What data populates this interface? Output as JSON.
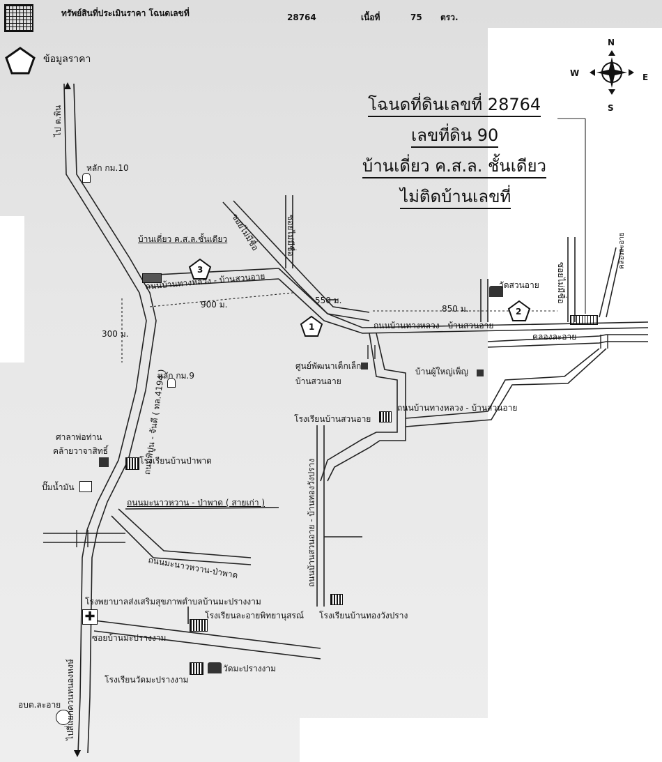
{
  "header": {
    "line1_label": "ทรัพย์สินที่ประเมินราคา โฉนดเลขที่",
    "deed_value": "28764",
    "area_label": "เนื้อที่",
    "area_value": "75",
    "area_unit": "ตรว.",
    "legend_price": "ข้อมูลราคา"
  },
  "compass": {
    "n": "N",
    "s": "S",
    "e": "E",
    "w": "W"
  },
  "title_block": {
    "deed": "โฉนดที่ดินเลขที่  28764",
    "land_no": "เลขที่ดิน 90",
    "house_type": "บ้านเดี่ยว ค.ส.ล. ชั้นเดียว",
    "no_house_no": "ไม่ติดบ้านเลขที่"
  },
  "markers": {
    "m1": "1",
    "m2": "2",
    "m3": "3"
  },
  "labels": {
    "road_phin": "ไป ต.พิน",
    "km10": "หลัก กม.10",
    "km9": "หลัก กม.9",
    "house3": "บ้านเดี่ยว ค.ส.ล.ชั้นเดียว",
    "road_thanghluang_3": "ถนนบ้านทางหลวง - บ้านสวนอาย",
    "dist_900": "900 ม.",
    "dist_300": "300 ม.",
    "soi_no_name1": "ซอยไม่มีชื่อ",
    "soi_no_name2": "ซอยไม่มีชื่อ",
    "dist_550": "550 ม.",
    "dist_850": "850 ม.",
    "road_main": "ถนนบ้านทางหลวง - บ้านสวนอาย",
    "wat_suanai": "วัดสวนอาย",
    "soi_no_name3": "ซอยไม่มีชื่อ",
    "canal_lane": "คลองละอาย",
    "canal": "คลองละอาย",
    "child_center": "ศูนย์พัฒนาเด็กเล็ก",
    "child_center2": "บ้านสวนอาย",
    "elder_house": "บ้านผู้ใหญ่เพ็ญ",
    "road_thanghluang_2": "ถนนบ้านทางหลวง - บ้านสวนอาย",
    "school_suanai": "โรงเรียนบ้านสวนอาย",
    "hwy4194": "ถนนพิปูน - จันดี ( ทล.4194 )",
    "sala": "ศาลาพ่อท่าน",
    "sala2": "คล้ายวาจาสิทธิ์",
    "school_papad": "โรงเรียนบ้านป่าพาด",
    "gas": "ปั๊มน้ำมัน",
    "road_manaw": "ถนนมะนาวหวาน - ป่าพาด ( สายเก่า )",
    "road_manaw2": "ถนนมะนาวหวาน-ป่าพาด",
    "road_suanai_thong": "ถนนบ้านสวนอาย - บ้านทองวังปราง",
    "hospital": "โรงพยาบาลส่งเสริมสุขภาพตำบลบ้านมะปรางงาม",
    "school_laai": "โรงเรียนละอายพิทยานุสรณ์",
    "school_thong": "โรงเรียนบ้านทองวังปราง",
    "soi_maprang": "ซอยบ้านมะปรางงาม",
    "school_wat_maprang": "โรงเรียนวัดมะปรางงาม",
    "wat_maprang": "วัดมะปรางงาม",
    "tambon": "อบต.ละอาย",
    "to_junction": "ไปสี่แยกควนหนองหงษ์"
  }
}
